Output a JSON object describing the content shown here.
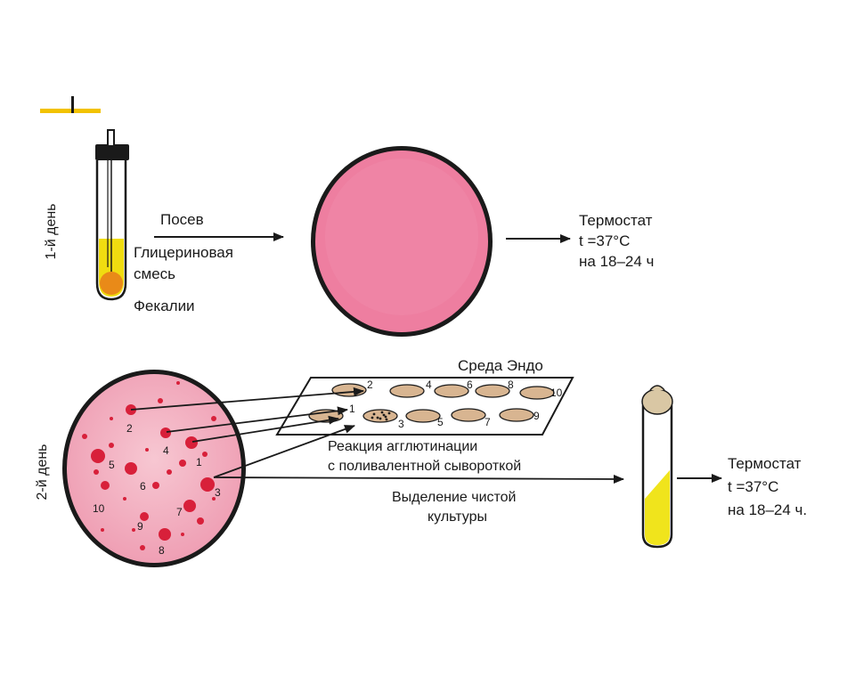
{
  "day1": {
    "day_label": "1-й день",
    "sowing_label": "Посев",
    "glycerin_line1": "Глицериновая",
    "glycerin_line2": "смесь",
    "feces_label": "Фекалии",
    "thermostat_title": "Термостат",
    "thermostat_temp": "t =37°C",
    "thermostat_time": "на 18–24 ч"
  },
  "day2": {
    "day_label": "2-й день",
    "endo_label": "Среда  Эндо",
    "agglutination_line1": "Реакция  агглютинации",
    "agglutination_line2": "с поливалентной сывороткой",
    "isolation_line1": "Выделение  чистой",
    "isolation_line2": "культуры",
    "thermostat_title": "Термостат",
    "thermostat_temp": "t =37°C",
    "thermostat_time": "на 18–24 ч.",
    "colony_numbers": [
      "1",
      "2",
      "3",
      "4",
      "5",
      "6",
      "7",
      "8",
      "9",
      "10"
    ],
    "slide_numbers": [
      "1",
      "2",
      "3",
      "4",
      "5",
      "6",
      "7",
      "8",
      "9",
      "10"
    ]
  },
  "colors": {
    "medium_pink": "#ee7ea0",
    "dish_pink_light": "#f3b3c2",
    "colony_red": "#d8203a",
    "glycerin_yellow": "#f0dc10",
    "feces_orange": "#e98a18",
    "drop_tan": "#d8b591",
    "accent_yellow": "#f2c200"
  }
}
